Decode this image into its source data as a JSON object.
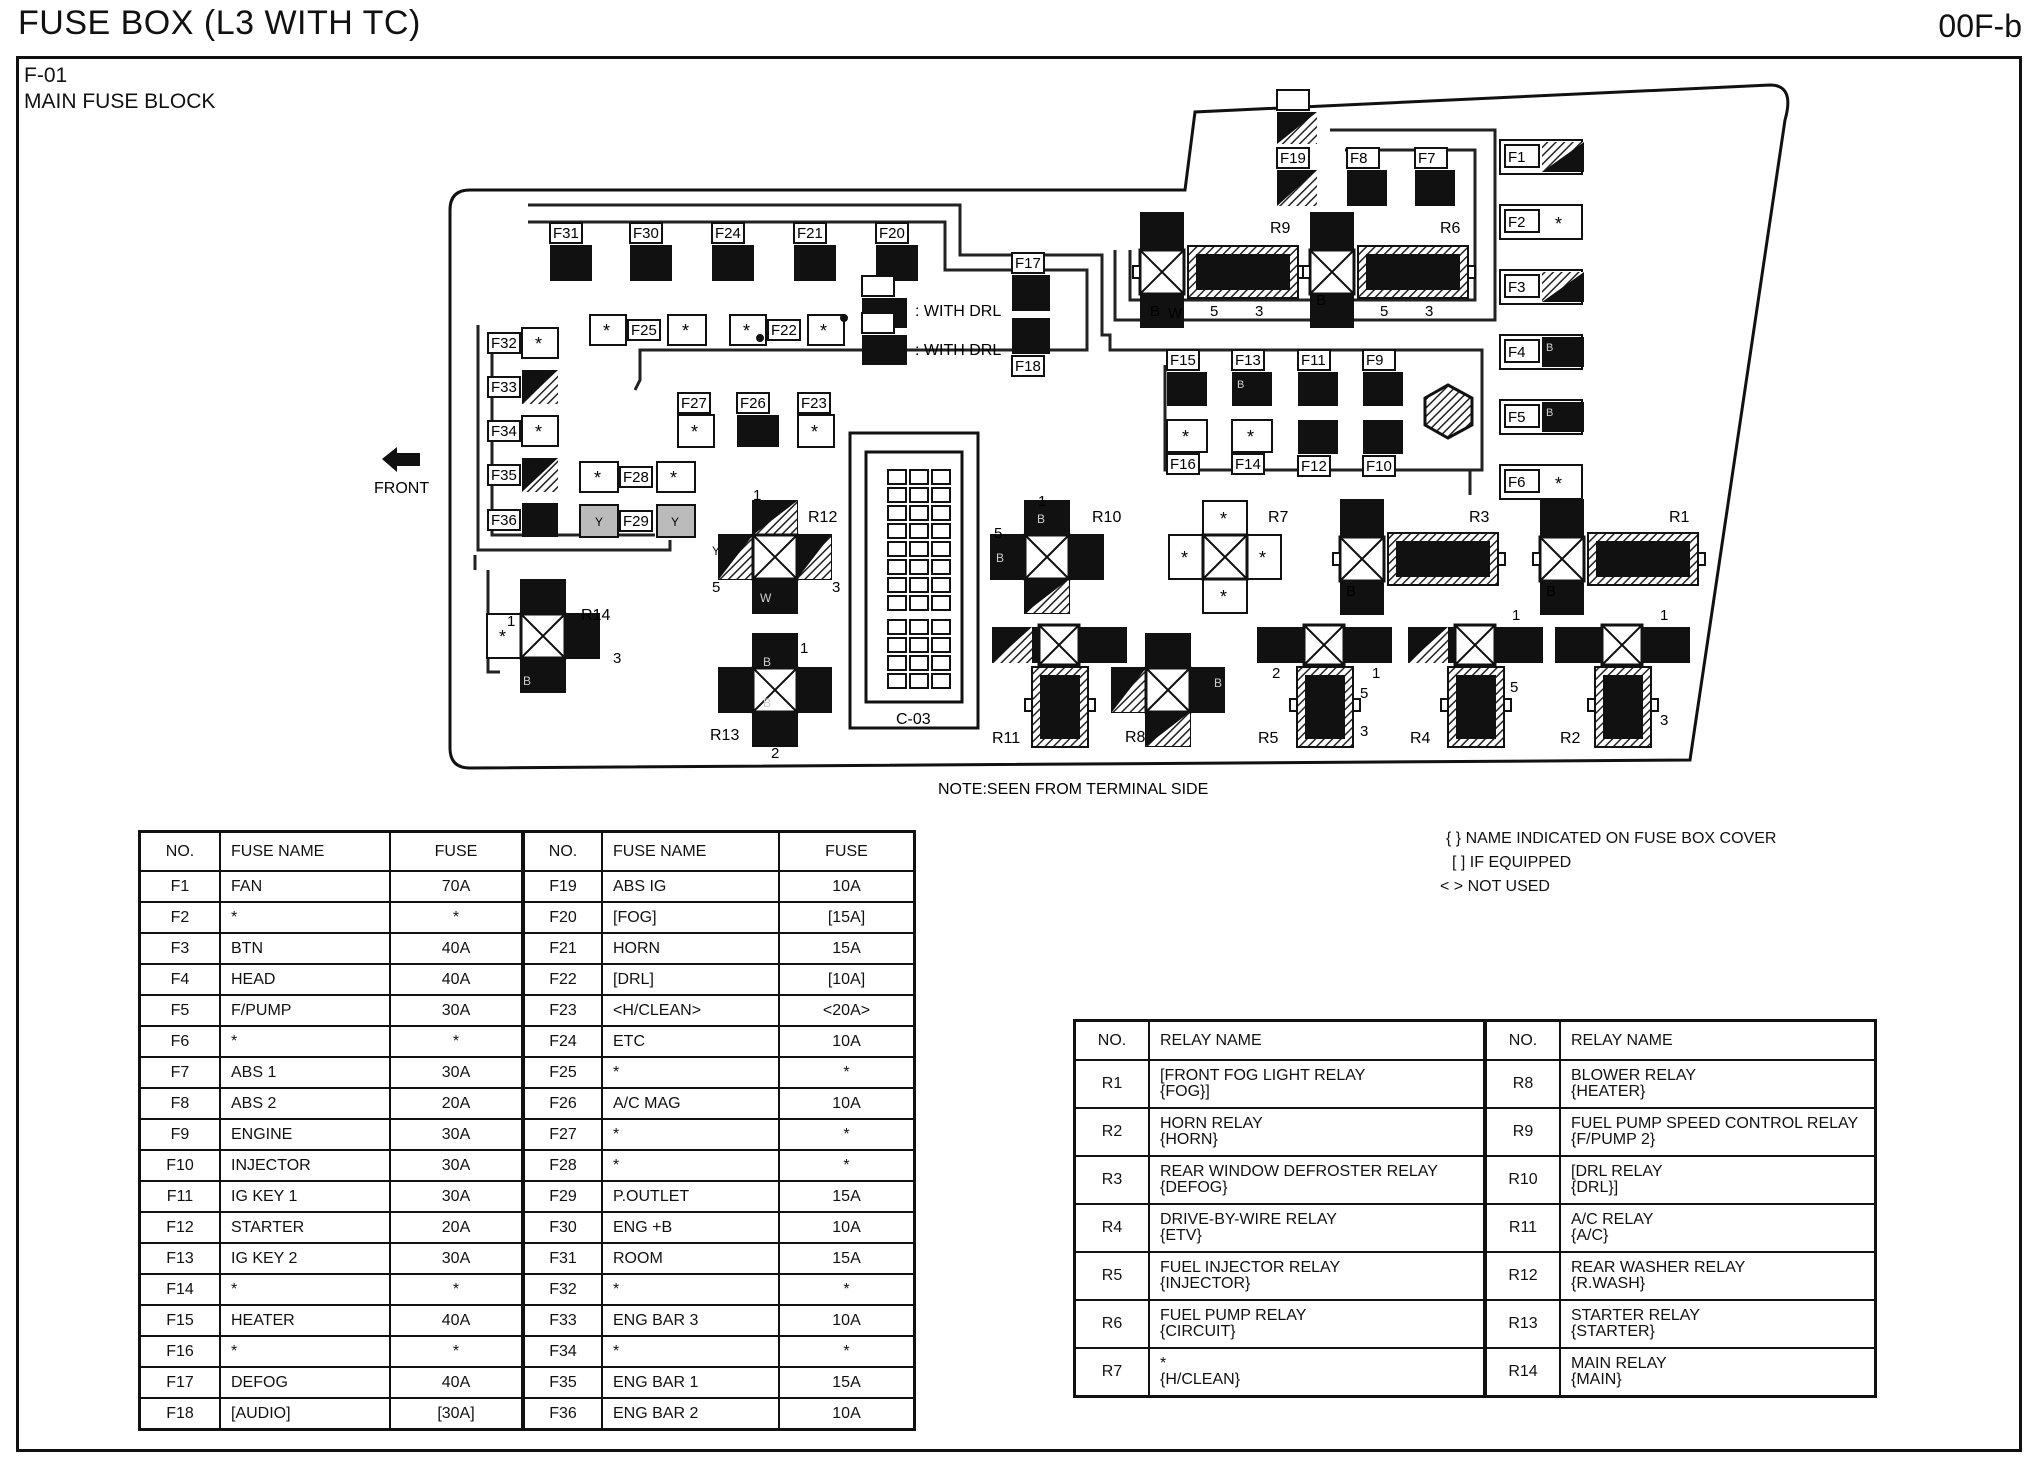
{
  "header": {
    "title": "FUSE BOX (L3 WITH TC)",
    "code": "00F-b"
  },
  "block": {
    "id": "F-01",
    "name": "MAIN FUSE BLOCK"
  },
  "diagram": {
    "front_label": "FRONT",
    "connector_label": "C-03",
    "with_drl_1": ": WITH DRL",
    "with_drl_2": ": WITH DRL",
    "note": "NOTE:SEEN FROM TERMINAL SIDE",
    "fuse_labels": [
      "F1",
      "F2",
      "F3",
      "F4",
      "F5",
      "F6",
      "F7",
      "F8",
      "F9",
      "F10",
      "F11",
      "F12",
      "F13",
      "F14",
      "F15",
      "F16",
      "F17",
      "F18",
      "F19",
      "F20",
      "F21",
      "F22",
      "F23",
      "F24",
      "F25",
      "F26",
      "F27",
      "F28",
      "F29",
      "F30",
      "F31",
      "F32",
      "F33",
      "F34",
      "F35",
      "F36"
    ],
    "relay_labels": [
      "R1",
      "R2",
      "R3",
      "R4",
      "R5",
      "R6",
      "R7",
      "R8",
      "R9",
      "R10",
      "R11",
      "R12",
      "R13",
      "R14"
    ],
    "color_letters": [
      "B",
      "W",
      "Y",
      "G"
    ],
    "pin_numbers": [
      "1",
      "2",
      "3",
      "5"
    ],
    "star": "*"
  },
  "legend": {
    "braces": "{ } NAME INDICATED ON FUSE BOX COVER",
    "brackets": "[ ] IF EQUIPPED",
    "angle": "< > NOT USED"
  },
  "fuse_table": {
    "headers": [
      "NO.",
      "FUSE NAME",
      "FUSE",
      "NO.",
      "FUSE NAME",
      "FUSE"
    ],
    "rows": [
      [
        "F1",
        "FAN",
        "70A",
        "F19",
        "ABS IG",
        "10A"
      ],
      [
        "F2",
        "*",
        "*",
        "F20",
        "[FOG]",
        "[15A]"
      ],
      [
        "F3",
        "BTN",
        "40A",
        "F21",
        "HORN",
        "15A"
      ],
      [
        "F4",
        "HEAD",
        "40A",
        "F22",
        "[DRL]",
        "[10A]"
      ],
      [
        "F5",
        "F/PUMP",
        "30A",
        "F23",
        "<H/CLEAN>",
        "<20A>"
      ],
      [
        "F6",
        "*",
        "*",
        "F24",
        "ETC",
        "10A"
      ],
      [
        "F7",
        "ABS 1",
        "30A",
        "F25",
        "*",
        "*"
      ],
      [
        "F8",
        "ABS 2",
        "20A",
        "F26",
        "A/C MAG",
        "10A"
      ],
      [
        "F9",
        "ENGINE",
        "30A",
        "F27",
        "*",
        "*"
      ],
      [
        "F10",
        "INJECTOR",
        "30A",
        "F28",
        "*",
        "*"
      ],
      [
        "F11",
        "IG KEY 1",
        "30A",
        "F29",
        "P.OUTLET",
        "15A"
      ],
      [
        "F12",
        "STARTER",
        "20A",
        "F30",
        "ENG +B",
        "10A"
      ],
      [
        "F13",
        "IG KEY 2",
        "30A",
        "F31",
        "ROOM",
        "15A"
      ],
      [
        "F14",
        "*",
        "*",
        "F32",
        "*",
        "*"
      ],
      [
        "F15",
        "HEATER",
        "40A",
        "F33",
        "ENG BAR 3",
        "10A"
      ],
      [
        "F16",
        "*",
        "*",
        "F34",
        "*",
        "*"
      ],
      [
        "F17",
        "DEFOG",
        "40A",
        "F35",
        "ENG BAR 1",
        "15A"
      ],
      [
        "F18",
        "[AUDIO]",
        "[30A]",
        "F36",
        "ENG BAR 2",
        "10A"
      ]
    ]
  },
  "relay_table": {
    "headers": [
      "NO.",
      "RELAY NAME",
      "NO.",
      "RELAY NAME"
    ],
    "rows": [
      [
        "R1",
        "[FRONT FOG LIGHT RELAY",
        "{FOG}]",
        "R8",
        "BLOWER RELAY",
        "{HEATER}"
      ],
      [
        "R2",
        "HORN RELAY",
        "{HORN}",
        "R9",
        "FUEL PUMP SPEED CONTROL RELAY",
        "{F/PUMP 2}"
      ],
      [
        "R3",
        "REAR WINDOW DEFROSTER RELAY",
        "{DEFOG}",
        "R10",
        "[DRL RELAY",
        "{DRL}]"
      ],
      [
        "R4",
        "DRIVE-BY-WIRE RELAY",
        "{ETV}",
        "R11",
        "A/C RELAY",
        "{A/C}"
      ],
      [
        "R5",
        "FUEL INJECTOR RELAY",
        "{INJECTOR}",
        "R12",
        "REAR WASHER RELAY",
        "{R.WASH}"
      ],
      [
        "R6",
        "FUEL PUMP RELAY",
        "{CIRCUIT}",
        "R13",
        "STARTER RELAY",
        "{STARTER}"
      ],
      [
        "R7",
        "*",
        "{H/CLEAN}",
        "R14",
        "MAIN RELAY",
        "{MAIN}"
      ]
    ]
  }
}
